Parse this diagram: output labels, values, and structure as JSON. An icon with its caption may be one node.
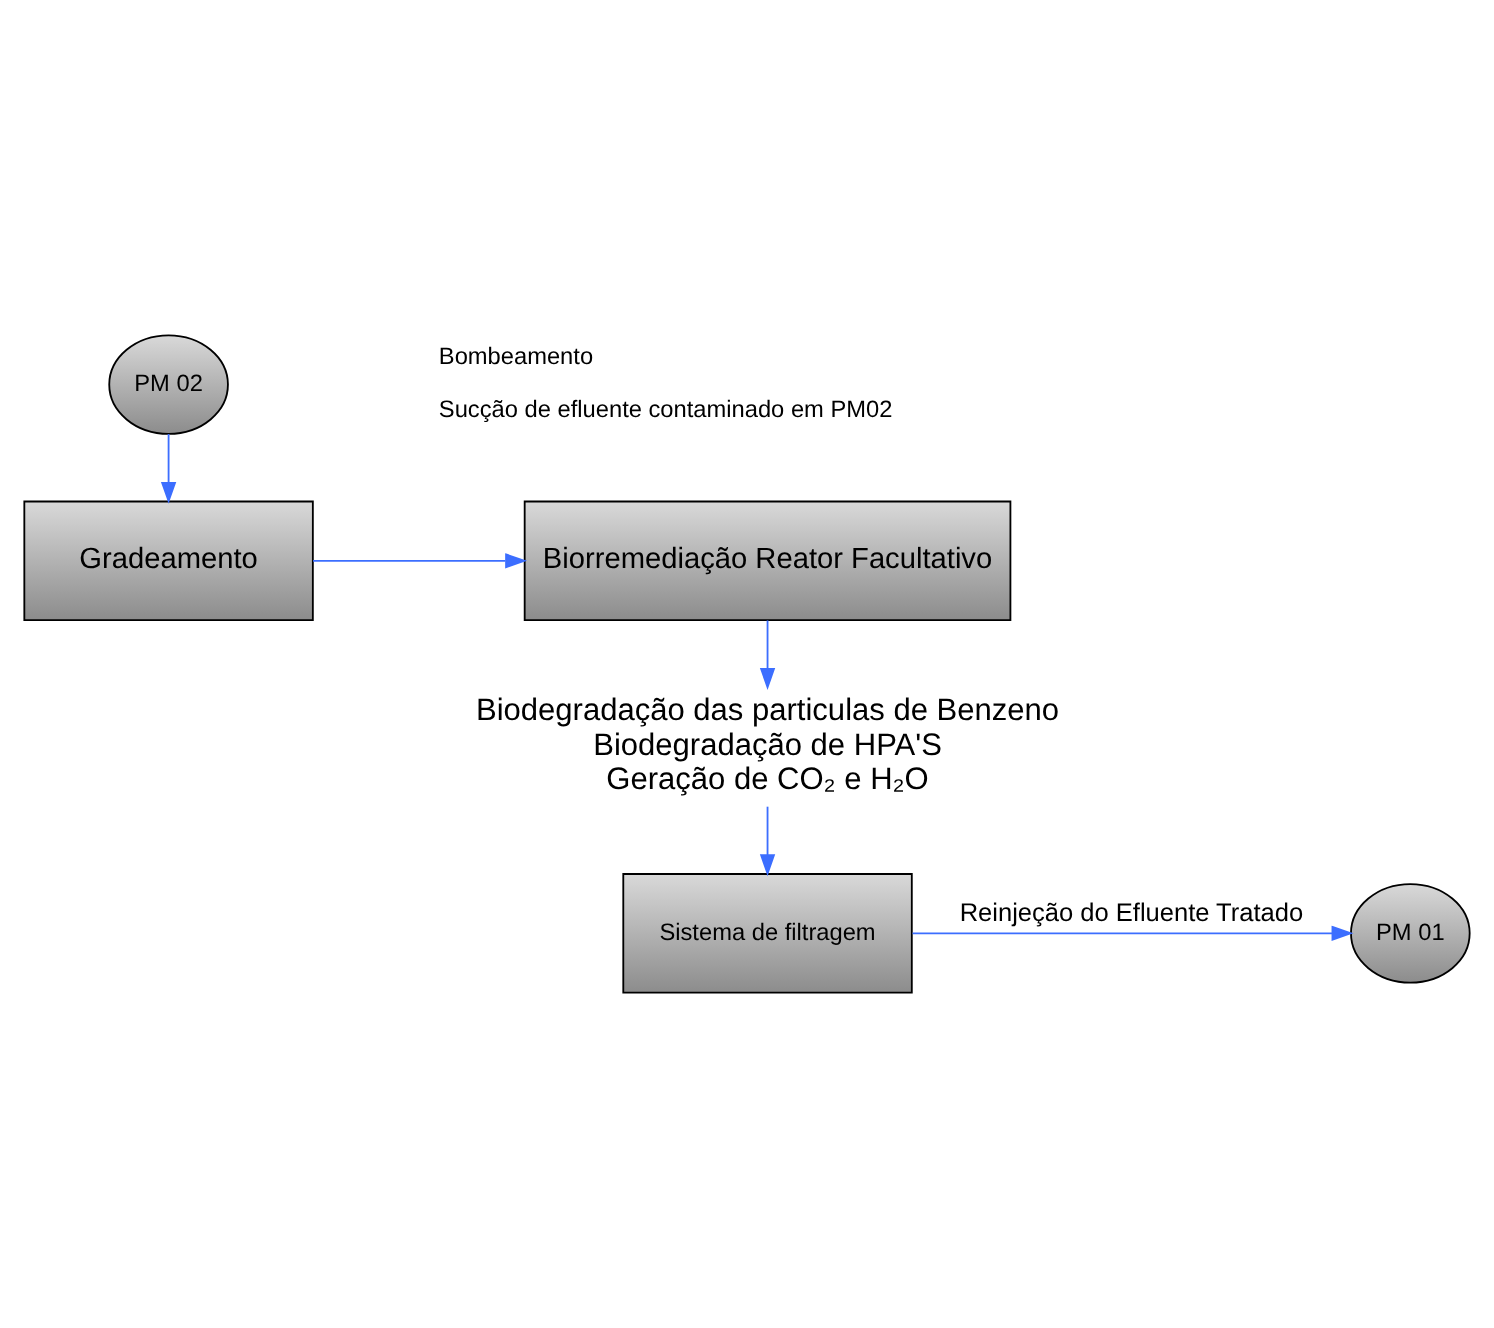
{
  "diagram": {
    "nodes": [
      {
        "text": [
          "PM 02"
        ],
        "beside": [
          "Bombeamento",
          "Sucção de efluente contaminado em PM02"
        ]
      },
      {
        "text": [
          "Gradeamento"
        ]
      },
      {
        "text": [
          "Biorremediação Reator Facultativo"
        ]
      },
      {
        "text": [
          "Biodegradação das particulas de Benzeno",
          "Biodegradação de HPA'S",
          "Geração de CO₂ e H₂O"
        ]
      },
      {
        "text": [
          "Sistema de filtragem"
        ]
      },
      {
        "text": [
          "PM 01"
        ]
      }
    ],
    "edges": [
      {
        "from": 0,
        "to": 1,
        "arrow": "to"
      },
      {
        "from": 1,
        "to": 2,
        "arrow": "to"
      },
      {
        "from": 2,
        "to": 3,
        "arrow": "to"
      },
      {
        "from": 3,
        "to": 4,
        "arrow": "to"
      },
      {
        "from": 4,
        "to": 5,
        "arrow": "to",
        "label": "Reinjeção do Efluente Tratado"
      }
    ]
  }
}
